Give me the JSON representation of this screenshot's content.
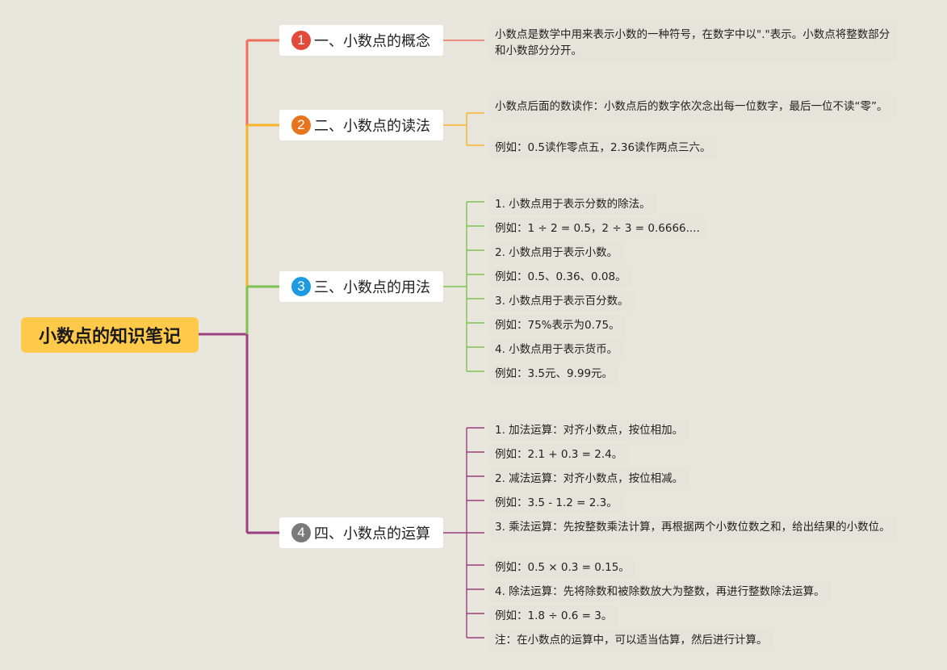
{
  "root": {
    "title": "小数点的知识笔记"
  },
  "branches": [
    {
      "number": "1",
      "color": "#e34a3a",
      "line_color": "#ef6f5f",
      "title": "一、小数点的概念",
      "items": [
        "小数点是数学中用来表示小数的一种符号，在数字中以\".\"表示。小数点将整数部分和小数部分分开。"
      ]
    },
    {
      "number": "2",
      "color": "#e8751d",
      "line_color": "#f7b429",
      "title": "二、小数点的读法",
      "items": [
        "小数点后面的数读作：小数点后的数字依次念出每一位数字，最后一位不读“零”。",
        "例如：0.5读作零点五，2.36读作两点三六。"
      ]
    },
    {
      "number": "3",
      "color": "#1e9be0",
      "line_color": "#7cc352",
      "title": "三、小数点的用法",
      "items": [
        "1. 小数点用于表示分数的除法。",
        "例如：1 ÷ 2 = 0.5，2 ÷ 3 = 0.6666....",
        "2. 小数点用于表示小数。",
        "例如：0.5、0.36、0.08。",
        "3. 小数点用于表示百分数。",
        "例如：75%表示为0.75。",
        "4. 小数点用于表示货币。",
        "例如：3.5元、9.99元。"
      ]
    },
    {
      "number": "4",
      "color": "#7a7a7a",
      "line_color": "#9b3f7f",
      "title": "四、小数点的运算",
      "items": [
        "1. 加法运算：对齐小数点，按位相加。",
        "例如：2.1 + 0.3 = 2.4。",
        "2. 减法运算：对齐小数点，按位相减。",
        "例如：3.5 - 1.2 = 2.3。",
        "3. 乘法运算：先按整数乘法计算，再根据两个小数位数之和，给出结果的小数位。",
        "例如：0.5 × 0.3 = 0.15。",
        "4. 除法运算：先将除数和被除数放大为整数，再进行整数除法运算。",
        "例如：1.8 ÷ 0.6 = 3。",
        "注：在小数点的运算中，可以适当估算，然后进行计算。"
      ]
    }
  ]
}
